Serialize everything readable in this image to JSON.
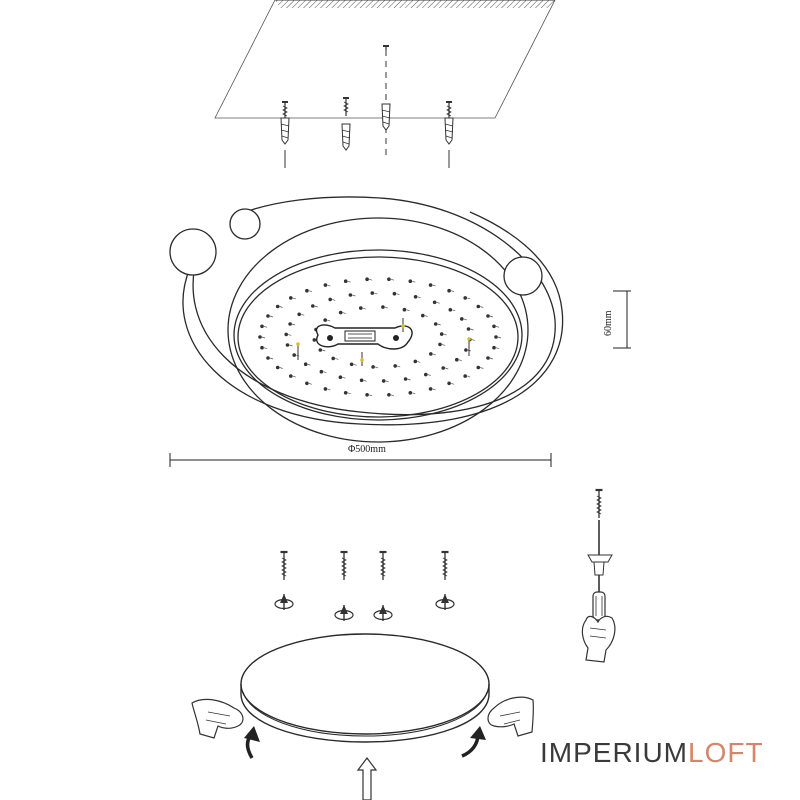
{
  "dimensions": {
    "diameter_label": "Φ500mm",
    "height_label": "60mm"
  },
  "brand": {
    "word_dark": "IMPERIUM",
    "word_accent": "LOFT",
    "dark_color": "#3a3a3a",
    "accent_color": "#d9836a"
  },
  "icons": {
    "arrow_up": "arrow-up-icon",
    "hand": "hand-icon",
    "screwdriver": "screwdriver-icon"
  }
}
